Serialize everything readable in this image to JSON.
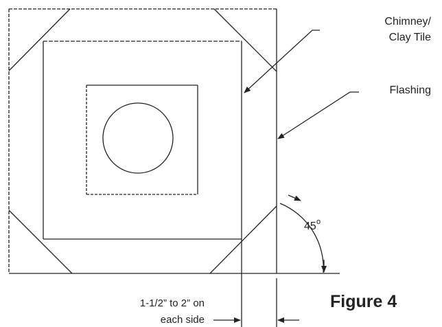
{
  "labels": {
    "chimney_line1": "Chimney/",
    "chimney_line2": "Clay Tile",
    "flashing": "Flashing",
    "angle": "45",
    "angle_unit": "o",
    "gap_line1": "1-1/2” to 2” on",
    "gap_line2": "each side",
    "figure": "Figure 4"
  },
  "colors": {
    "line": "#222222",
    "background": "#ffffff"
  }
}
